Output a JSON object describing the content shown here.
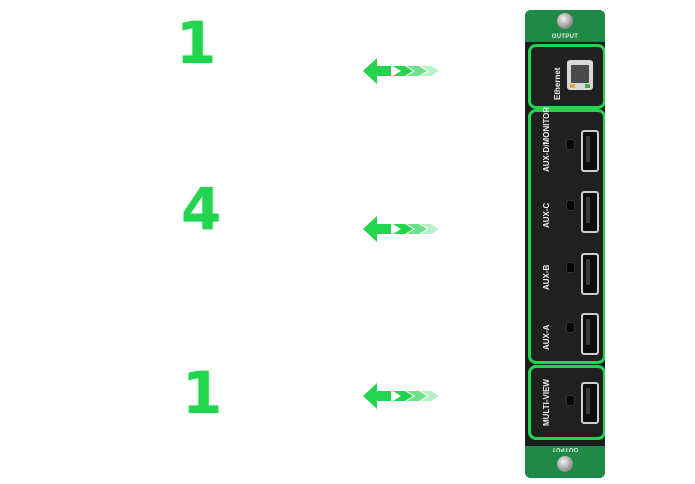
{
  "groups": [
    {
      "count": "1",
      "ports": [
        "Ethernet"
      ]
    },
    {
      "count": "4",
      "ports": [
        "AUX-D/MONITOR",
        "AUX-C",
        "AUX-B",
        "AUX-A"
      ]
    },
    {
      "count": "1",
      "ports": [
        "MULTI-VIEW"
      ]
    }
  ],
  "card": {
    "top_label": "OUTPUT",
    "bottom_label": "OUTPUT"
  },
  "colors": {
    "accent": "#22d44e",
    "panel": "#1e8a45",
    "card_body": "#1c1c1c"
  },
  "icons": {
    "arrow": "triple-chevron-arrow-left-icon",
    "screw": "screw-icon",
    "ethernet": "rj45-port-icon",
    "hdmi": "hdmi-port-icon"
  }
}
